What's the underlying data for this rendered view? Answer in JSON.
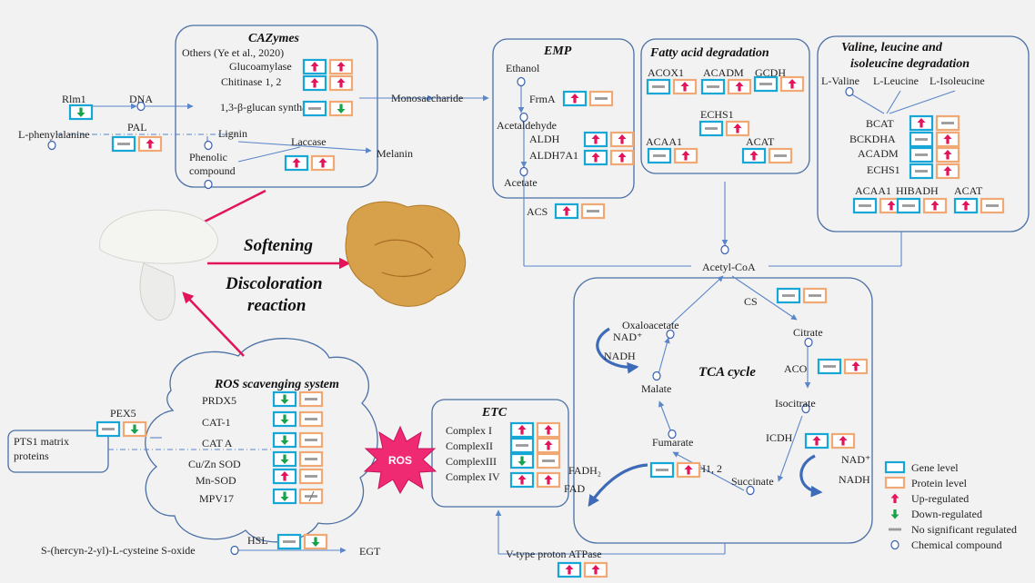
{
  "colors": {
    "gene_border": "#17a7d6",
    "protein_border": "#f0a974",
    "up": "#e3145a",
    "down": "#16a34a",
    "none": "#9a9a9a",
    "box_border": "#4a6fa5",
    "line": "#5b86c9",
    "ros_fill": "#ef2a73"
  },
  "headers": {
    "cazymes": "CAZymes",
    "emp": "EMP",
    "fatty": "Fatty acid degradation",
    "valine_1": "Valine, leucine and",
    "valine_2": "isoleucine degradation",
    "ros": "ROS scavenging system",
    "etc": "ETC",
    "tca": "TCA cycle"
  },
  "center": {
    "softening": "Softening",
    "discoloration": "Discoloration",
    "reaction": "reaction",
    "ros_badge": "ROS"
  },
  "labels": [
    {
      "id": "rlm1",
      "text": "Rlm1"
    },
    {
      "id": "dna",
      "text": "DNA"
    },
    {
      "id": "pal",
      "text": "PAL"
    },
    {
      "id": "lphe",
      "text": "L-phenylalanine"
    },
    {
      "id": "others",
      "text": "Others (Ye et al., 2020)"
    },
    {
      "id": "glucoam",
      "text": "Glucoamylase"
    },
    {
      "id": "chitinase",
      "text": "Chitinase 1, 2"
    },
    {
      "id": "glucan",
      "text": "1,3-β-glucan synthase"
    },
    {
      "id": "lignin",
      "text": "Lignin"
    },
    {
      "id": "laccase",
      "text": "Laccase"
    },
    {
      "id": "phenolic1",
      "text": "Phenolic"
    },
    {
      "id": "phenolic2",
      "text": "compound"
    },
    {
      "id": "melanin",
      "text": "Melanin"
    },
    {
      "id": "monosacch",
      "text": "Monosaccharide"
    },
    {
      "id": "ethanol",
      "text": "Ethanol"
    },
    {
      "id": "frma",
      "text": "FrmA"
    },
    {
      "id": "acetaldehyde",
      "text": "Acetaldehyde"
    },
    {
      "id": "aldh",
      "text": "ALDH"
    },
    {
      "id": "aldh7a1",
      "text": "ALDH7A1"
    },
    {
      "id": "acetate",
      "text": "Acetate"
    },
    {
      "id": "acs",
      "text": "ACS"
    },
    {
      "id": "acox1",
      "text": "ACOX1"
    },
    {
      "id": "acadm_f",
      "text": "ACADM"
    },
    {
      "id": "gcdh",
      "text": "GCDH"
    },
    {
      "id": "echs1_f",
      "text": "ECHS1"
    },
    {
      "id": "acaa1_f",
      "text": "ACAA1"
    },
    {
      "id": "acat_f",
      "text": "ACAT"
    },
    {
      "id": "lval",
      "text": "L-Valine"
    },
    {
      "id": "lleu",
      "text": "L-Leucine"
    },
    {
      "id": "lile",
      "text": "L-Isoleucine"
    },
    {
      "id": "bcat",
      "text": "BCAT"
    },
    {
      "id": "bckdha",
      "text": "BCKDHA"
    },
    {
      "id": "acadm_v",
      "text": "ACADM"
    },
    {
      "id": "echs1_v",
      "text": "ECHS1"
    },
    {
      "id": "acaa1_v",
      "text": "ACAA1"
    },
    {
      "id": "hibadh",
      "text": "HIBADH"
    },
    {
      "id": "acat_v",
      "text": "ACAT"
    },
    {
      "id": "acetylcoa",
      "text": "Acetyl-CoA"
    },
    {
      "id": "cs",
      "text": "CS"
    },
    {
      "id": "oxaloacetate",
      "text": "Oxaloacetate"
    },
    {
      "id": "citrate",
      "text": "Citrate"
    },
    {
      "id": "nad1",
      "text": "NAD⁺"
    },
    {
      "id": "nadh1",
      "text": "NADH"
    },
    {
      "id": "aco",
      "text": "ACO"
    },
    {
      "id": "malate",
      "text": "Malate"
    },
    {
      "id": "isocitrate",
      "text": "Isocitrate"
    },
    {
      "id": "icdh",
      "text": "ICDH"
    },
    {
      "id": "fumarate",
      "text": "Fumarate"
    },
    {
      "id": "sdh",
      "text": "SDH1, 2"
    },
    {
      "id": "fadh2",
      "text": "FADH₂"
    },
    {
      "id": "fad",
      "text": "FAD"
    },
    {
      "id": "succinate",
      "text": "Succinate"
    },
    {
      "id": "nad2",
      "text": "NAD⁺"
    },
    {
      "id": "nadh2",
      "text": "NADH"
    },
    {
      "id": "pex5",
      "text": "PEX5"
    },
    {
      "id": "pts1a",
      "text": "PTS1 matrix"
    },
    {
      "id": "pts1b",
      "text": "proteins"
    },
    {
      "id": "prdx5",
      "text": "PRDX5"
    },
    {
      "id": "cat1",
      "text": "CAT-1"
    },
    {
      "id": "cata",
      "text": "CAT A"
    },
    {
      "id": "cuzn",
      "text": "Cu/Zn SOD"
    },
    {
      "id": "mnsod",
      "text": "Mn-SOD"
    },
    {
      "id": "mpv17",
      "text": "MPV17"
    },
    {
      "id": "complex1",
      "text": "Complex I"
    },
    {
      "id": "complex2",
      "text": "ComplexII"
    },
    {
      "id": "complex3",
      "text": "ComplexIII"
    },
    {
      "id": "complex4",
      "text": "Complex IV"
    },
    {
      "id": "hsl",
      "text": "HSL"
    },
    {
      "id": "shercyn",
      "text": "S-(hercyn-2-yl)-L-cysteine S-oxide"
    },
    {
      "id": "egt",
      "text": "EGT"
    },
    {
      "id": "vatpase",
      "text": "V-type proton ATPase"
    }
  ],
  "regulation": [
    {
      "id": "rlm1",
      "gene": "down"
    },
    {
      "id": "glucoam",
      "gene": "up",
      "protein": "up"
    },
    {
      "id": "chitinase",
      "gene": "up",
      "protein": "up"
    },
    {
      "id": "glucan",
      "gene": "none",
      "protein": "down"
    },
    {
      "id": "pal",
      "gene": "none",
      "protein": "up"
    },
    {
      "id": "laccase",
      "gene": "up",
      "protein": "up"
    },
    {
      "id": "frma",
      "gene": "up",
      "protein": "none"
    },
    {
      "id": "aldh",
      "gene": "up",
      "protein": "up"
    },
    {
      "id": "aldh7a1",
      "gene": "up",
      "protein": "up"
    },
    {
      "id": "acs",
      "gene": "up",
      "protein": "none"
    },
    {
      "id": "acox1",
      "gene": "none",
      "protein": "up"
    },
    {
      "id": "acadm_f",
      "gene": "none",
      "protein": "up"
    },
    {
      "id": "gcdh",
      "gene": "none",
      "protein": "up"
    },
    {
      "id": "echs1_f",
      "gene": "none",
      "protein": "up"
    },
    {
      "id": "acaa1_f",
      "gene": "none",
      "protein": "up"
    },
    {
      "id": "acat_f",
      "gene": "up",
      "protein": "none"
    },
    {
      "id": "bcat",
      "gene": "up",
      "protein": "none"
    },
    {
      "id": "bckdha",
      "gene": "none",
      "protein": "up"
    },
    {
      "id": "acadm_v",
      "gene": "none",
      "protein": "up"
    },
    {
      "id": "echs1_v",
      "gene": "none",
      "protein": "up"
    },
    {
      "id": "acaa1_v",
      "gene": "none",
      "protein": "up"
    },
    {
      "id": "hibadh",
      "gene": "none",
      "protein": "up"
    },
    {
      "id": "acat_v",
      "gene": "up",
      "protein": "none"
    },
    {
      "id": "cs",
      "gene": "none",
      "protein": "none"
    },
    {
      "id": "aco",
      "gene": "none",
      "protein": "up"
    },
    {
      "id": "icdh",
      "gene": "up",
      "protein": "up"
    },
    {
      "id": "sdh",
      "gene": "none",
      "protein": "up"
    },
    {
      "id": "complex1",
      "gene": "up",
      "protein": "up"
    },
    {
      "id": "complex2",
      "gene": "none",
      "protein": "up"
    },
    {
      "id": "complex3",
      "gene": "down",
      "protein": "none"
    },
    {
      "id": "complex4",
      "gene": "up",
      "protein": "up"
    },
    {
      "id": "pex5",
      "gene": "none",
      "protein": "down"
    },
    {
      "id": "prdx5",
      "gene": "down",
      "protein": "none"
    },
    {
      "id": "cat1",
      "gene": "down",
      "protein": "none"
    },
    {
      "id": "cata",
      "gene": "down",
      "protein": "none"
    },
    {
      "id": "cuzn",
      "gene": "down",
      "protein": "none"
    },
    {
      "id": "mnsod",
      "gene": "up",
      "protein": "none"
    },
    {
      "id": "mpv17",
      "gene": "down",
      "protein": "none"
    },
    {
      "id": "hsl",
      "gene": "none",
      "protein": "down"
    },
    {
      "id": "vatpase",
      "gene": "up",
      "protein": "up"
    }
  ],
  "legend": [
    {
      "id": "gene",
      "text": "Gene level"
    },
    {
      "id": "protein",
      "text": "Protein level"
    },
    {
      "id": "up",
      "text": "Up-regulated"
    },
    {
      "id": "down",
      "text": "Down-regulated"
    },
    {
      "id": "none",
      "text": "No significant regulated"
    },
    {
      "id": "compound",
      "text": "Chemical compound"
    }
  ]
}
